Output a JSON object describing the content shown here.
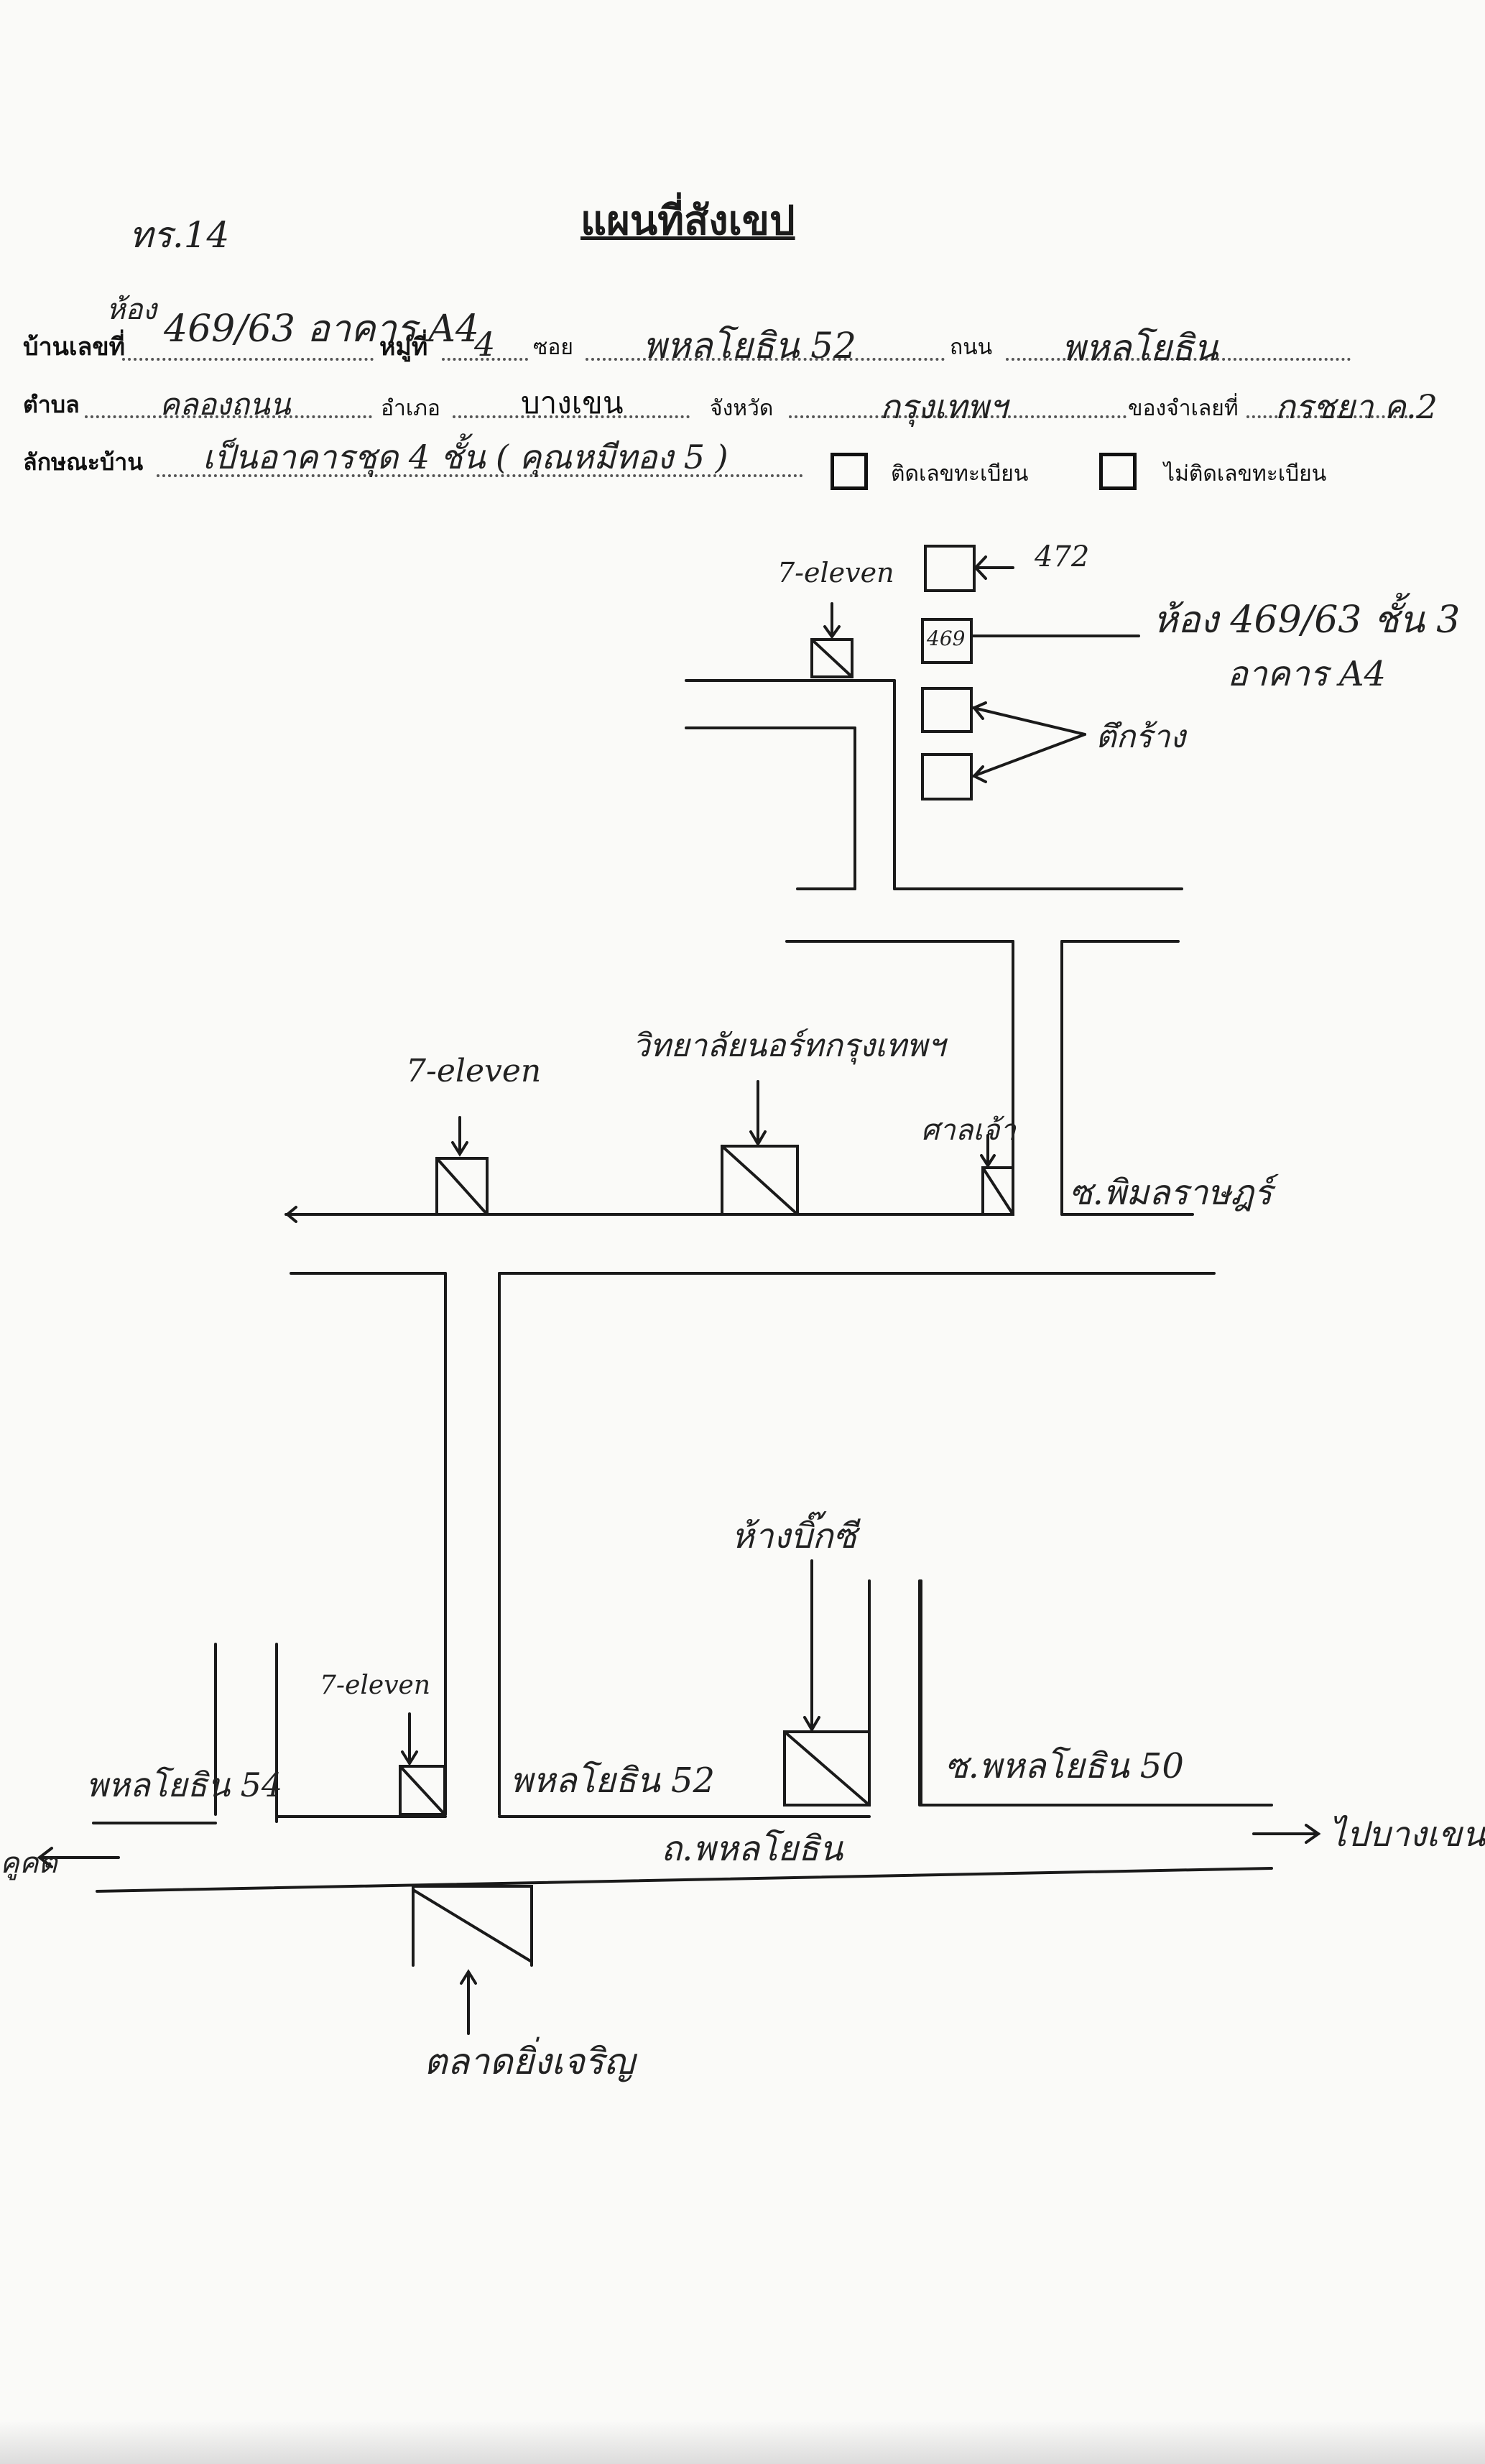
{
  "document": {
    "form_code": "ทร.14",
    "title": "แผนที่สังเขป"
  },
  "header_fields": {
    "room_prefix": "ห้อง",
    "house_no_label": "บ้านเลขที่",
    "house_no_value": "469/63 อาคาร A4",
    "moo_label": "หมู่ที่",
    "moo_value": "4",
    "soi_label": "ซอย",
    "soi_value": "พหลโยธิน 52",
    "road_label": "ถนน",
    "road_value": "พหลโยธิน",
    "tambon_label": "ตำบล",
    "tambon_value": "คลองถนน",
    "amphoe_label": "อำเภอ",
    "amphoe_value": "บางเขน",
    "province_label": "จังหวัด",
    "province_value": "กรุงเทพฯ",
    "owner_label": "ของจำเลยที่",
    "owner_value": "กรชยา ค.2",
    "house_type_label": "ลักษณะบ้าน",
    "house_type_value": "เป็นอาคารชุด 4 ชั้น ( คุณหมีทอง 5 )",
    "checkbox_registered_label": "ติดเลขทะเบียน",
    "checkbox_not_registered_label": "ไม่ติดเลขทะเบียน"
  },
  "map_labels": {
    "seven_eleven_top": "7-eleven",
    "building_472": "472",
    "building_469_box": "469",
    "target_room_line1": "ห้อง 469/63 ชั้น 3",
    "target_room_line2": "อาคาร A4",
    "row_houses": "ตึกร้าง",
    "seven_eleven_mid": "7-eleven",
    "university": "วิทยาลัยนอร์ทกรุงเทพฯ",
    "shrine": "ศาลเจ้า",
    "soi_phimonrat": "ซ.พิมลราษฎร์",
    "big_c": "ห้างบิ๊กซี",
    "seven_eleven_bottom": "7-eleven",
    "soi_54": "พหลโยธิน 54",
    "soi_52": "พหลโยธิน 52",
    "soi_50": "ซ.พหลโยธิน 50",
    "main_road": "ถ.พหลโยธิน",
    "to_khukot": "คูคต",
    "to_bangkhen": "ไปบางเขน",
    "market": "ตลาดยิ่งเจริญ"
  }
}
